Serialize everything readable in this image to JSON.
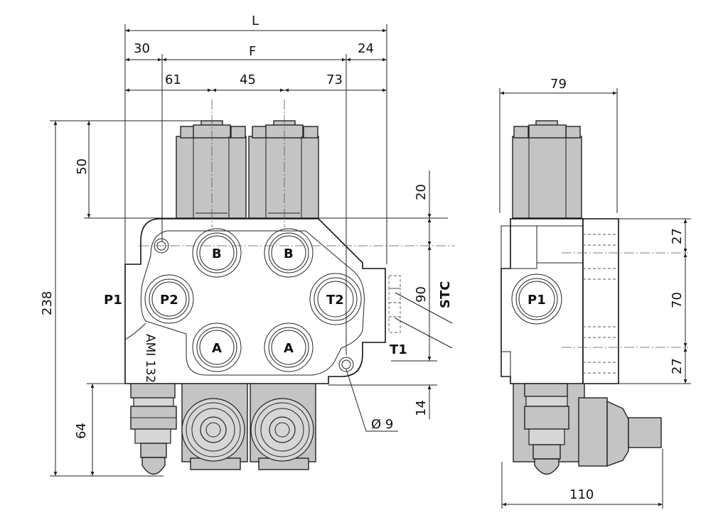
{
  "dimensions": {
    "L": "L",
    "F": "F",
    "d30": "30",
    "d24": "24",
    "d61": "61",
    "d45": "45",
    "d73": "73",
    "d50": "50",
    "d238": "238",
    "d64": "64",
    "d20": "20",
    "d90": "90",
    "d14": "14",
    "dia9": "Ø 9",
    "d79": "79",
    "d27a": "27",
    "d70": "70",
    "d27b": "27",
    "d110": "110"
  },
  "ports": {
    "P1": "P1",
    "P2": "P2",
    "T1": "T1",
    "T2": "T2",
    "STC": "STC",
    "A": "A",
    "B": "B",
    "side_P1": "P1"
  },
  "model": "AMI 132",
  "colors": {
    "housing": "#ffffff",
    "actuator": "#c4c4c4",
    "lines": "#111111"
  }
}
